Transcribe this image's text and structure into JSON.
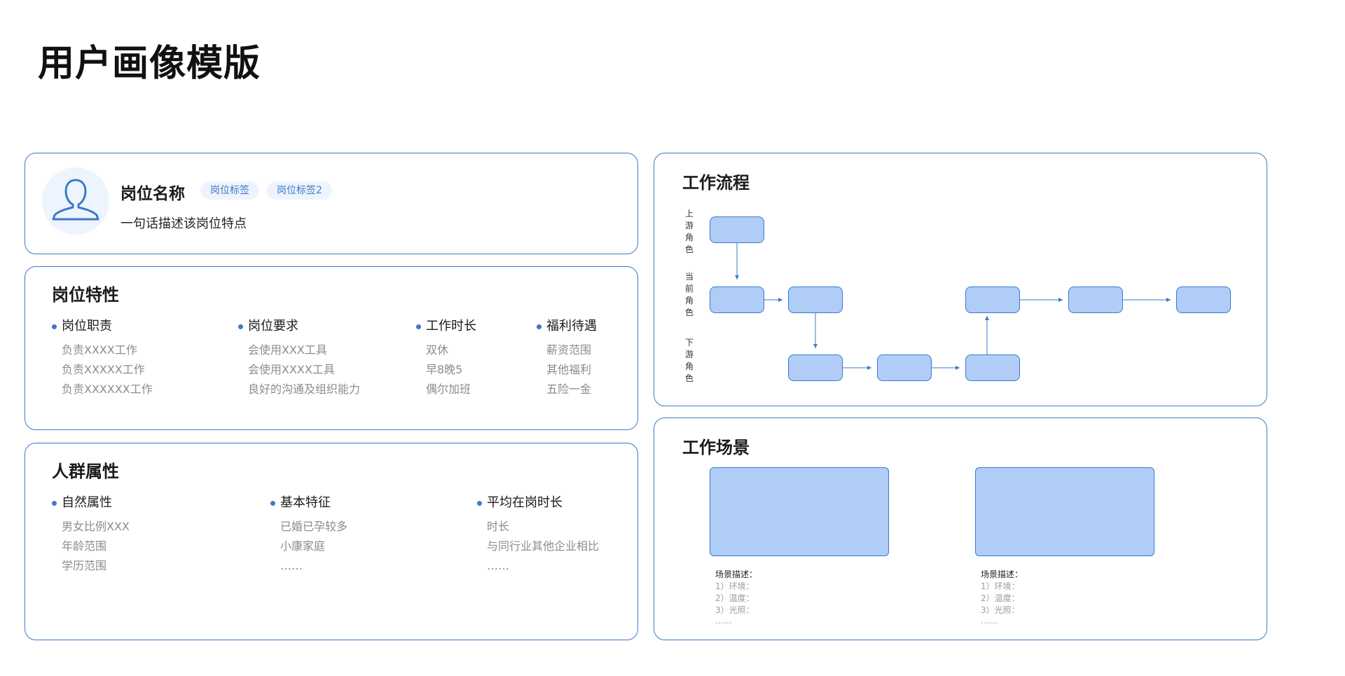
{
  "page_title": "用户画像模版",
  "profile": {
    "job_name": "岗位名称",
    "tags": [
      "岗位标签",
      "岗位标签2"
    ],
    "description": "一句话描述该岗位特点",
    "avatar_icon": "user-outline-icon"
  },
  "traits": {
    "title": "岗位特性",
    "columns": [
      {
        "heading": "岗位职责",
        "items": [
          "负责XXXX工作",
          "负责XXXXX工作",
          "负责XXXXXX工作"
        ]
      },
      {
        "heading": "岗位要求",
        "items": [
          "会使用XXX工具",
          "会使用XXXX工具",
          "良好的沟通及组织能力"
        ]
      },
      {
        "heading": "工作时长",
        "items": [
          "双休",
          "早8晚5",
          "偶尔加班"
        ]
      },
      {
        "heading": "福利待遇",
        "items": [
          "薪资范围",
          "其他福利",
          "五险一金"
        ]
      }
    ]
  },
  "demographics": {
    "title": "人群属性",
    "columns": [
      {
        "heading": "自然属性",
        "items": [
          "男女比例XXX",
          "年龄范围",
          "学历范围"
        ]
      },
      {
        "heading": "基本特征",
        "items": [
          "已婚已孕较多",
          "小康家庭",
          "……"
        ]
      },
      {
        "heading": "平均在岗时长",
        "items": [
          "时长",
          "与同行业其他企业相比",
          "……"
        ]
      }
    ]
  },
  "workflow": {
    "title": "工作流程",
    "lanes": [
      "上游角色",
      "当前角色",
      "下游角色"
    ]
  },
  "scenes": {
    "title": "工作场景",
    "items": [
      {
        "label": "场景描述：",
        "lines": [
          "1）环境：",
          "2）温度：",
          "3）光照：",
          "……"
        ]
      },
      {
        "label": "场景描述：",
        "lines": [
          "1）环境：",
          "2）温度：",
          "3）光照：",
          "……"
        ]
      }
    ]
  },
  "colors": {
    "accent": "#3c79c8",
    "node_fill": "#b0cdf7",
    "tag_bg": "#eef4fd",
    "muted_text": "#8c8c8c"
  }
}
